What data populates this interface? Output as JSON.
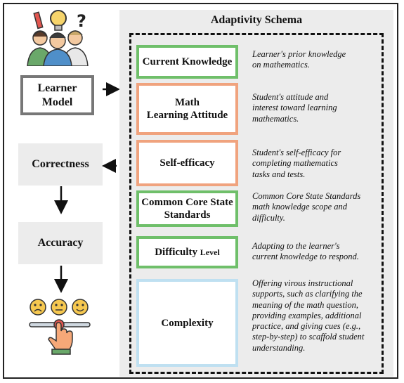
{
  "schema": {
    "title": "Adaptivity Schema",
    "items": [
      {
        "label": "Current Knowledge",
        "color": "#6fbf6a",
        "desc": [
          "Learner's prior knowledge",
          "on mathematics."
        ]
      },
      {
        "label_lines": [
          "Math",
          "Learning Attitude"
        ],
        "color": "#f0a37e",
        "desc": [
          "Student's attitude and",
          "interest toward learning",
          "mathematics."
        ]
      },
      {
        "label": "Self-efficacy",
        "color": "#f0a37e",
        "desc": [
          "Student's self-efficacy for",
          "completing mathematics",
          "tasks and tests."
        ]
      },
      {
        "label_lines": [
          "Common Core State",
          "Standards"
        ],
        "color": "#6fbf6a",
        "desc": [
          "Common Core State Standards",
          "math knowledge scope and",
          "difficulty."
        ]
      },
      {
        "label_main": "Difficulty",
        "label_suffix": "Level",
        "color": "#6fbf6a",
        "desc": [
          "Adapting to the learner's",
          "current knowledge to respond."
        ]
      },
      {
        "label": "Complexity",
        "color": "#bfe0f1",
        "desc": [
          "Offering virous instructional",
          "supports, such as clarifying the",
          "meaning of the math question,",
          "providing examples, additional",
          "practice, and giving cues (e.g.,",
          "step-by-step) to scaffold student",
          "understanding."
        ]
      }
    ]
  },
  "left": {
    "learner_model": [
      "Learner",
      "Model"
    ],
    "correctness": "Correctness",
    "accuracy": "Accuracy"
  },
  "icons": [
    "learners-group-icon",
    "lightbulb-icon",
    "question-mark-icon",
    "feedback-faces-icon",
    "hand-pointer-icon"
  ]
}
